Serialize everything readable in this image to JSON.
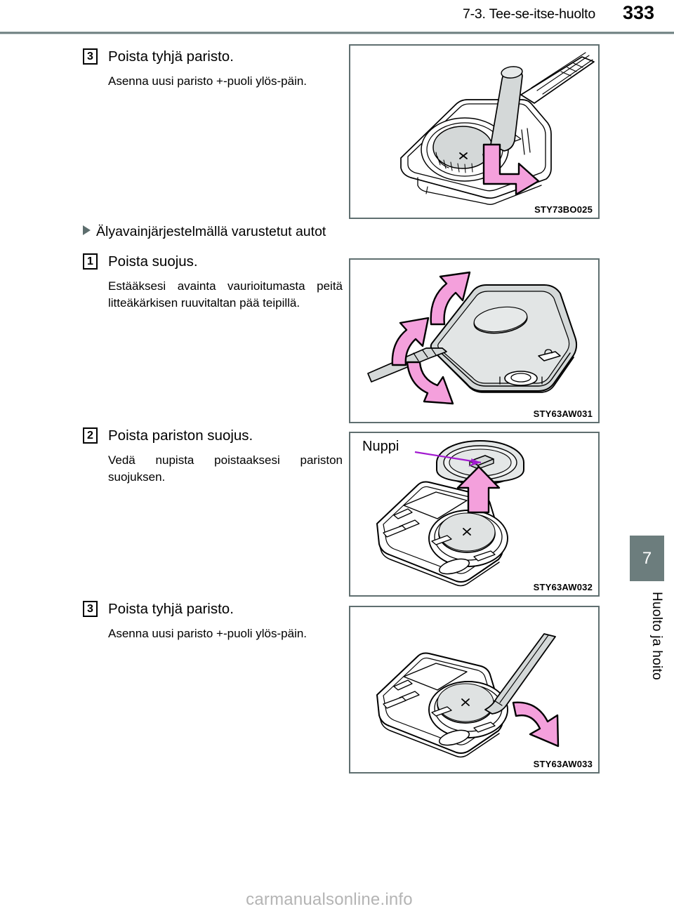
{
  "header": {
    "section_title": "7-3. Tee-se-itse-huolto",
    "page_number": "333"
  },
  "chapter_tab": {
    "number": "7",
    "label": "Huolto ja hoito"
  },
  "blocks": {
    "step3_top": {
      "number": "3",
      "title": "Poista tyhjä paristo.",
      "body": "Asenna uusi paristo +-puoli ylös-päin."
    },
    "section_smartkey": {
      "title": "Älyavainjärjestelmällä varustetut autot"
    },
    "step1": {
      "number": "1",
      "title": "Poista suojus.",
      "body": "Estääksesi avainta vaurioitumasta peitä litteäkärkisen ruuvitaltan pää teipillä."
    },
    "step2": {
      "number": "2",
      "title": "Poista pariston suojus.",
      "body": "Vedä nupista poistaaksesi pariston suojuksen."
    },
    "step3_bottom": {
      "number": "3",
      "title": "Poista tyhjä paristo.",
      "body": "Asenna uusi paristo +-puoli ylös-päin."
    }
  },
  "figures": {
    "fig1": {
      "caption": "STY73BO025",
      "alt": "key-fob-battery-removal-with-screwdriver"
    },
    "fig2": {
      "caption": "STY63AW031",
      "alt": "smart-key-cover-pry-open-with-flathead-screwdriver"
    },
    "fig3": {
      "caption": "STY63AW032",
      "alt": "smart-key-battery-cover-pull-off-via-knob",
      "annotation": "Nuppi"
    },
    "fig4": {
      "caption": "STY63AW033",
      "alt": "smart-key-battery-pry-out-with-screwdriver"
    }
  },
  "footer": {
    "watermark": "carmanualsonline.info"
  },
  "colors": {
    "rule": "#6f8081",
    "tab": "#6c7d7d",
    "figure_border": "#5f6f70",
    "arrow_pink": "#f4a0dc",
    "leader_purple": "#a21ad0",
    "part_gray": "#d4d8d8",
    "watermark": "#b4b4b4"
  }
}
